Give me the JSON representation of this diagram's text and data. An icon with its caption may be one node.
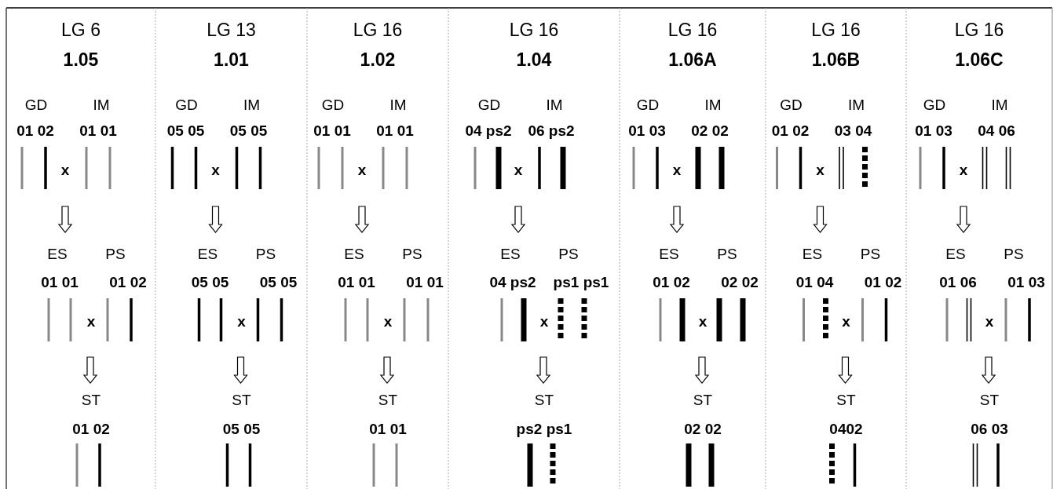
{
  "diagram": {
    "labels": [
      "LG 6",
      "1.05",
      "GD",
      "IM",
      "01 02",
      "01 01",
      "x",
      "ES",
      "PS",
      "01 01",
      "01 02",
      "x",
      "ST",
      "01 02",
      "LG 13",
      "1.01",
      "GD",
      "IM",
      "05 05",
      "05 05",
      "x",
      "ES",
      "PS",
      "05 05",
      "05 05",
      "x",
      "ST",
      "05 05",
      "LG 16",
      "1.02",
      "GD",
      "IM",
      "01 01",
      "01 01",
      "x",
      "ES",
      "PS",
      "01 01",
      "01 01",
      "x",
      "ST",
      "01 01",
      "LG 16",
      "1.04",
      "GD",
      "IM",
      "04 ps2",
      "06 ps2",
      "x",
      "ES",
      "PS",
      "04 ps2",
      "ps1 ps1",
      "x",
      "ST",
      "ps2 ps1",
      "LG 16",
      "1.06A",
      "GD",
      "IM",
      "01 03",
      "02 02",
      "x",
      "ES",
      "PS",
      "01 02",
      "02 02",
      "x",
      "ST",
      "02 02",
      "LG 16",
      "1.06B",
      "GD",
      "IM",
      "01 02",
      "03 04",
      "x",
      "ES",
      "PS",
      "01 04",
      "01 02",
      "x",
      "ST",
      "0402",
      "LG 16",
      "1.06C",
      "GD",
      "IM",
      "01 03",
      "04 06",
      "x",
      "ES",
      "PS",
      "01 06",
      "01 03",
      "x",
      "ST",
      "06 03"
    ]
  }
}
